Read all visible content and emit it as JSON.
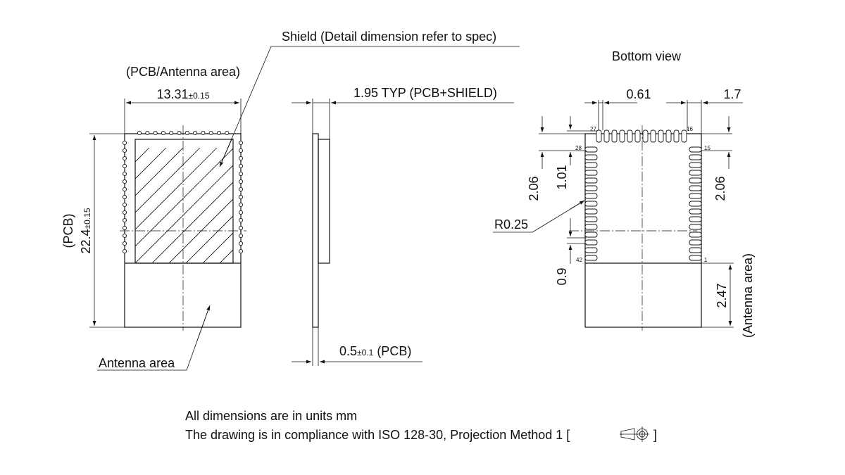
{
  "labels": {
    "shield_note": "Shield (Detail dimension refer to spec)",
    "pcb_antenna_area": "(PCB/Antenna area)",
    "width_main": "13.31",
    "width_tol": "±0.15",
    "pcb_label": "(PCB)",
    "height_main": "22.4",
    "height_tol": "±0.15",
    "antenna_area": "Antenna area",
    "thickness_total": "1.95 TYP (PCB+SHIELD)",
    "pcb_thk_main": "0.5",
    "pcb_thk_tol": "±0.1",
    "pcb_thk_suffix": " (PCB)",
    "bottom_view": "Bottom view",
    "pitch": "0.61",
    "edge_1_7": "1.7",
    "dim_2_06_left": "2.06",
    "dim_1_01": "1.01",
    "dim_2_06_right": "2.06",
    "radius": "R0.25",
    "dim_0_9": "0.9",
    "dim_2_47": "2.47",
    "antenna_area_paren": "(Antenna area)",
    "pin_27": "27",
    "pin_16": "16",
    "pin_28": "28",
    "pin_15": "15",
    "pin_42": "42",
    "pin_1": "1"
  },
  "notes": {
    "line1": "All dimensions are in units mm",
    "line2_prefix": "The drawing is in compliance with ISO 128-30, Projection Method 1 [",
    "line2_suffix": "]"
  },
  "icons": [
    "first-angle-projection-icon"
  ]
}
